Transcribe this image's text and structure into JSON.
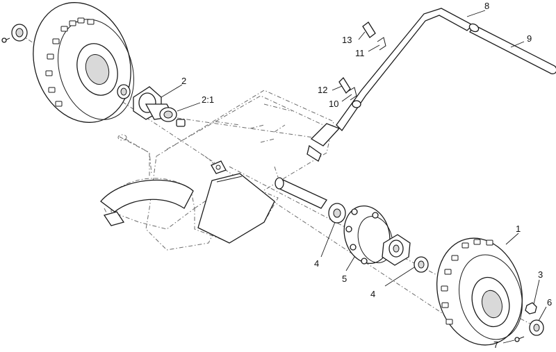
{
  "callouts": {
    "c1": "1",
    "c2": "2",
    "c21": "2:1",
    "c3": "3",
    "c4a": "4",
    "c4b": "4",
    "c5": "5",
    "c6": "6",
    "c7": "7",
    "c8": "8",
    "c9": "9",
    "c10": "10",
    "c11": "11",
    "c12": "12",
    "c13": "13"
  },
  "colors": {
    "line": "#1a1a1a",
    "phantom": "#6a6a6a",
    "background": "#ffffff"
  }
}
